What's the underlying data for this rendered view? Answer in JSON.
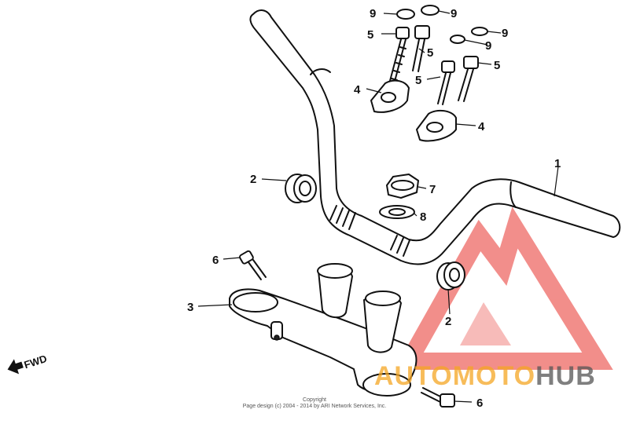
{
  "callouts": {
    "c1": "1",
    "c2a": "2",
    "c2b": "2",
    "c3": "3",
    "c4a": "4",
    "c4b": "4",
    "c5a": "5",
    "c5b": "5",
    "c5c": "5",
    "c5d": "5",
    "c6a": "6",
    "c6b": "6",
    "c7": "7",
    "c8": "8",
    "c9a": "9",
    "c9b": "9",
    "c9c": "9",
    "c9d": "9"
  },
  "fwd_label": "FWD",
  "copyright": {
    "line1": "Copyright",
    "line2": "Page design (c) 2004 - 2014 by ARI Network Services, Inc."
  },
  "watermark": {
    "part1": "AUTO",
    "part2": "MOTO",
    "part3": "HUB",
    "colors": {
      "red": "#e8322b",
      "orange": "#f5a623",
      "gray": "#555555"
    }
  }
}
